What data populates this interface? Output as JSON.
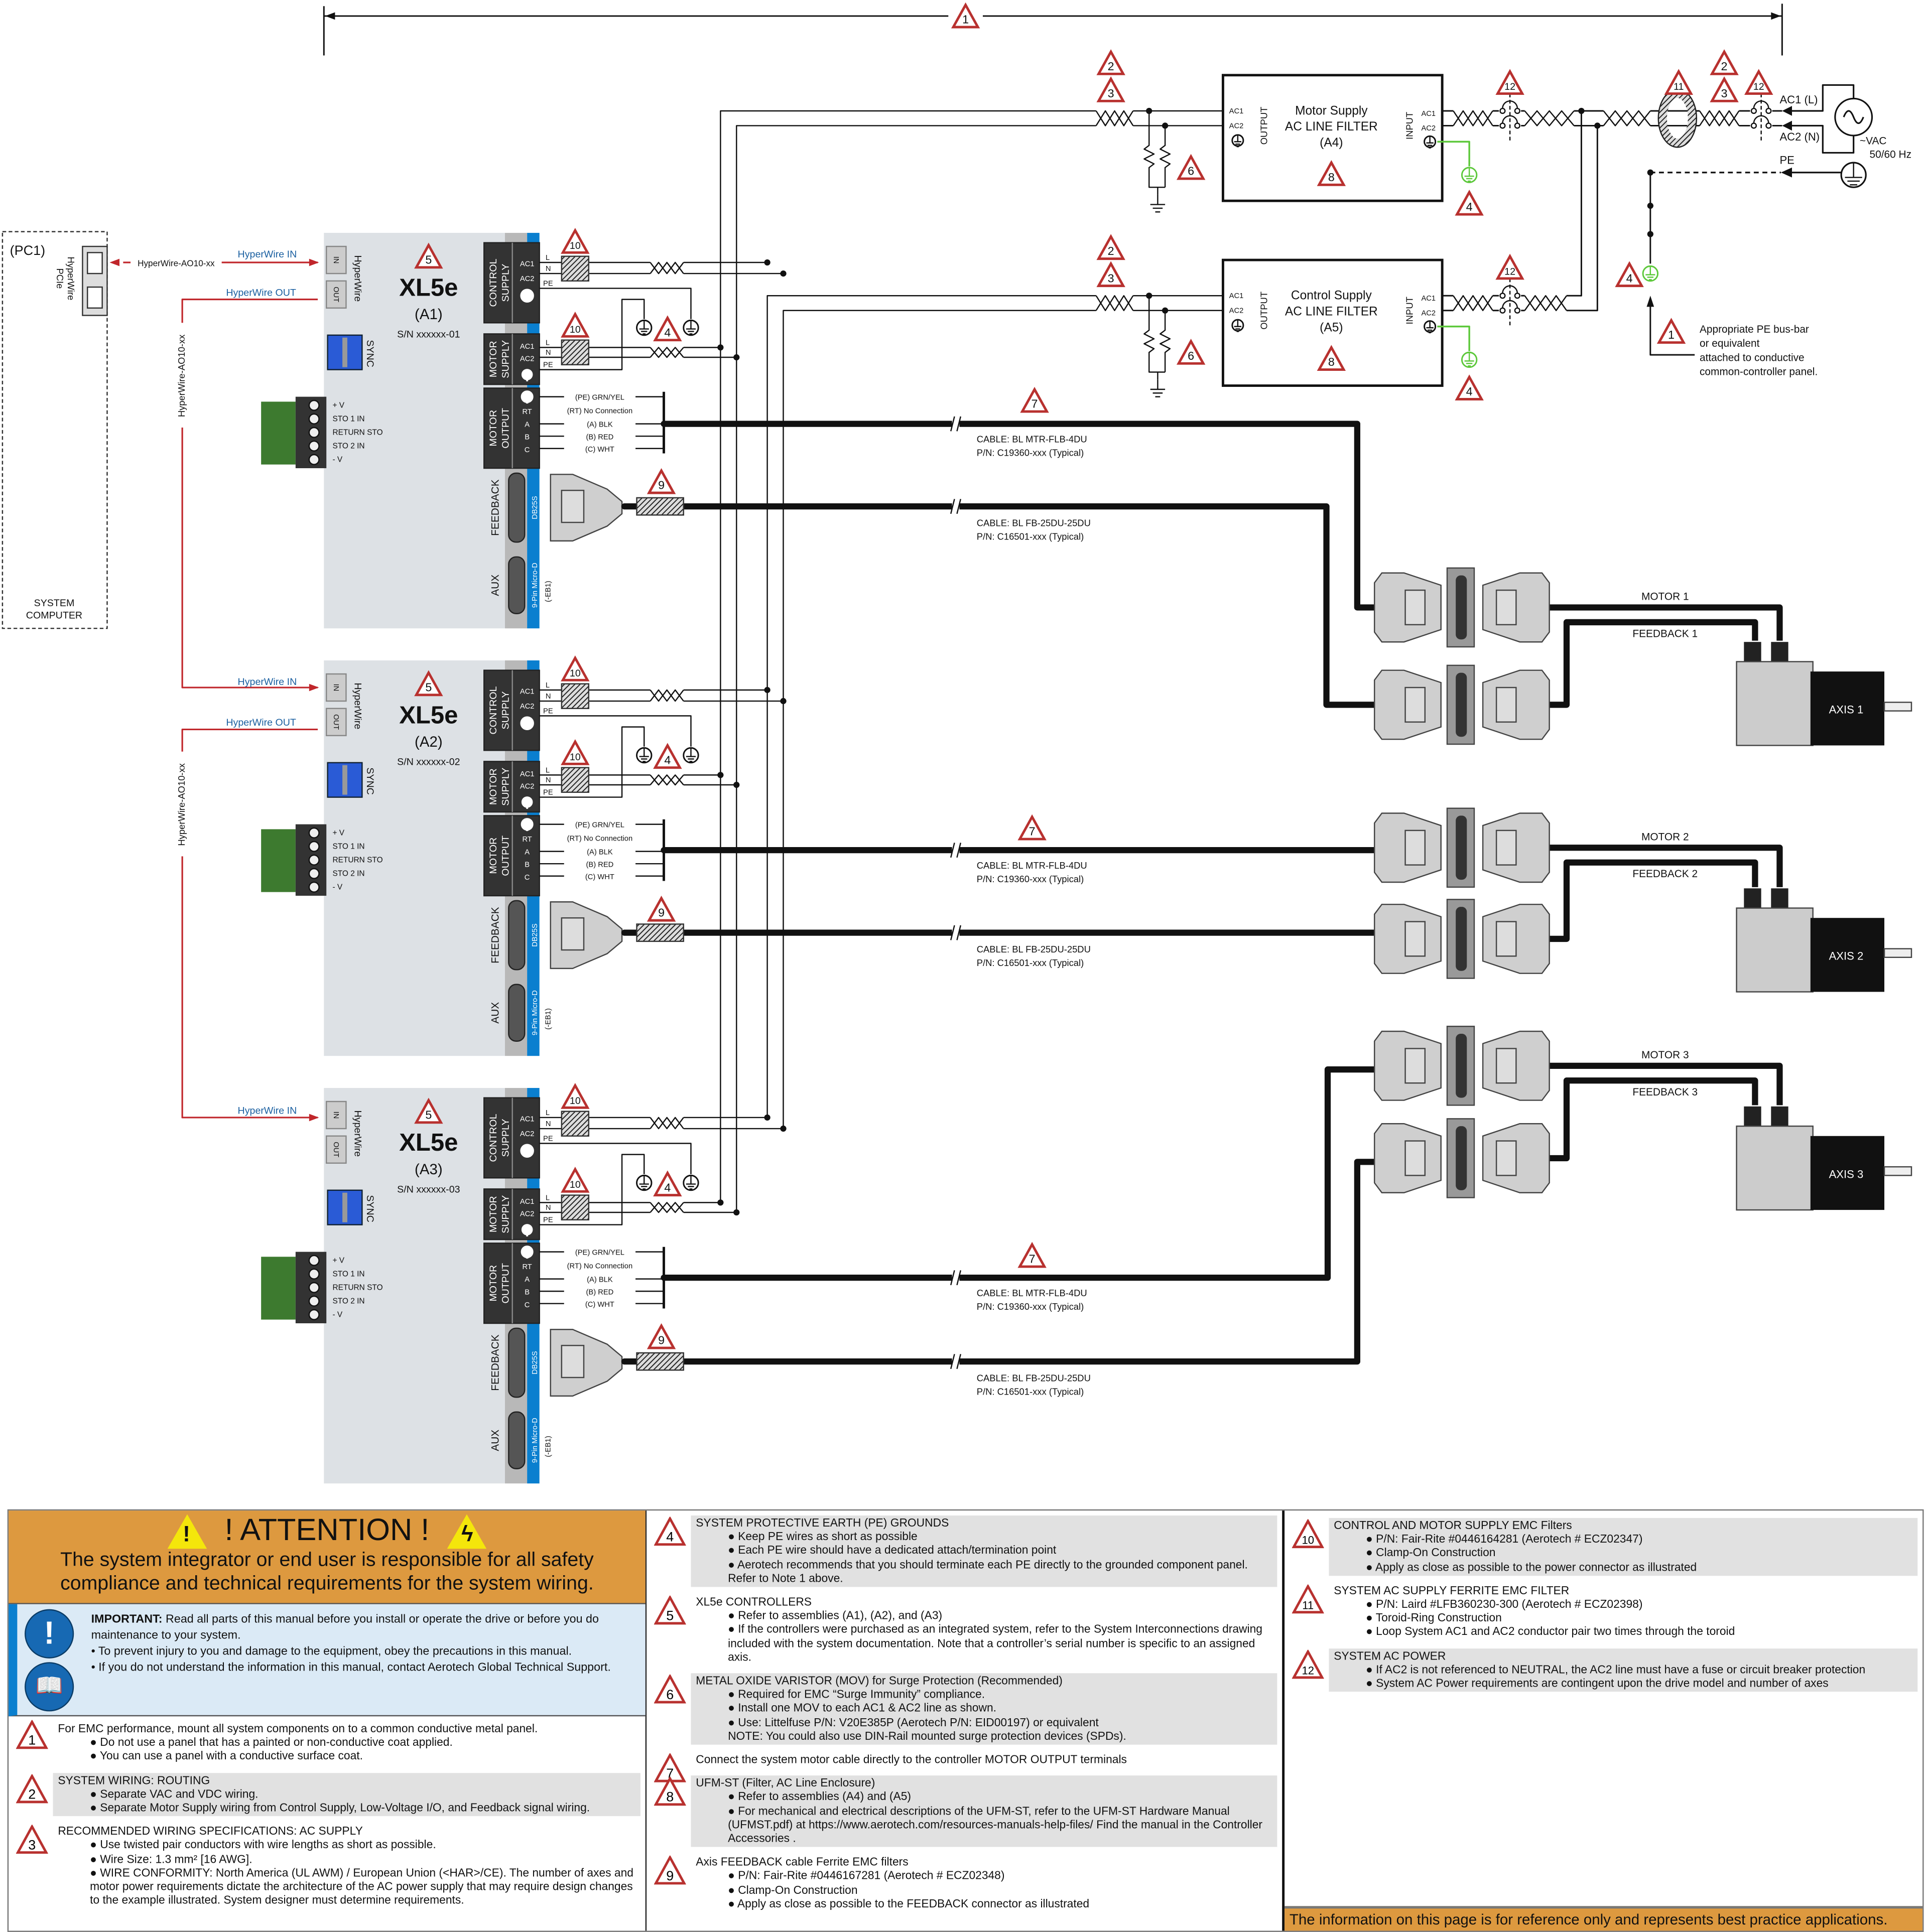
{
  "callouts": [
    "1",
    "2",
    "3",
    "4",
    "5",
    "6",
    "7",
    "8",
    "9",
    "10",
    "11",
    "12"
  ],
  "pc": {
    "id": "(PC1)",
    "card_line1": "HyperWire",
    "card_line2": "PCIe",
    "name_line1": "SYSTEM",
    "name_line2": "COMPUTER",
    "cable": "HyperWire-AO10-xx",
    "hw_in": "HyperWire IN",
    "hw_out": "HyperWire OUT"
  },
  "colors": {
    "hyperwire": "#c0262b",
    "label_blue": "#1a5fa0",
    "attention": "#dd993f",
    "callout": "#b8312f",
    "pe_green": "#5cc83a",
    "controller_blue": "#0a7fcf"
  },
  "controller_labels": {
    "hyperwire": "HyperWire",
    "in": "IN",
    "out": "OUT",
    "sync": "SYNC",
    "control": "CONTROL",
    "supply": "SUPPLY",
    "motor": "MOTOR",
    "output": "OUTPUT",
    "ac1": "AC1",
    "ac2": "AC2",
    "rt": "RT",
    "a": "A",
    "b": "B",
    "c": "C",
    "l": "L",
    "n": "N",
    "pe": "PE",
    "feedback": "FEEDBACK",
    "aux": "AUX",
    "db25": "DB25S",
    "micro": "9-Pin Micro-D",
    "eb1": "(-EB1)",
    "sto": [
      "+ V",
      "STO 1 IN",
      "RETURN STO",
      "STO 2 IN",
      "- V"
    ],
    "motor_wires": [
      "(PE) GRN/YEL",
      "(RT) No Connection",
      "(A) BLK",
      "(B) RED",
      "(C) WHT"
    ]
  },
  "controllers": [
    {
      "model": "XL5e",
      "id": "(A1)",
      "sn": "S/N xxxxxx-01"
    },
    {
      "model": "XL5e",
      "id": "(A2)",
      "sn": "S/N xxxxxx-02"
    },
    {
      "model": "XL5e",
      "id": "(A3)",
      "sn": "S/N xxxxxx-03"
    }
  ],
  "cables": {
    "motor": {
      "name": "CABLE: BL MTR-FLB-4DU",
      "pn": "P/N: C19360-xxx (Typical)"
    },
    "feedback": {
      "name": "CABLE: BL FB-25DU-25DU",
      "pn": "P/N: C16501-xxx (Typical)"
    }
  },
  "axes": [
    {
      "motor": "MOTOR 1",
      "feedback": "FEEDBACK 1",
      "axis": "AXIS 1"
    },
    {
      "motor": "MOTOR 2",
      "feedback": "FEEDBACK 2",
      "axis": "AXIS 2"
    },
    {
      "motor": "MOTOR 3",
      "feedback": "FEEDBACK 3",
      "axis": "AXIS 3"
    }
  ],
  "filters": [
    {
      "line1": "Motor Supply",
      "line2": "AC LINE FILTER",
      "id": "(A4)"
    },
    {
      "line1": "Control Supply",
      "line2": "AC LINE FILTER",
      "id": "(A5)"
    }
  ],
  "filter_labels": {
    "output": "OUTPUT",
    "input": "INPUT",
    "ac1": "AC1",
    "ac2": "AC2"
  },
  "power": {
    "ac1": "AC1 (L)",
    "ac2": "AC2 (N)",
    "vac": "~VAC",
    "freq": "50/60 Hz",
    "pe": "PE",
    "pe_note": [
      "Appropriate PE bus-bar",
      "or equivalent",
      "attached to conductive",
      "common-controller panel."
    ]
  },
  "attention": {
    "title": "! ATTENTION !",
    "text1": "The system integrator or end user is responsible for all safety",
    "text2": "compliance and technical requirements for the system wiring."
  },
  "important": {
    "lead": "IMPORTANT:",
    "text": " Read all parts of this manual before you install or operate the drive or before you do maintenance to your system.",
    "b1": "• To prevent injury to you and damage to the equipment, obey the precautions in this manual.",
    "b2": "• If you do not understand the information in this manual, contact Aerotech Global Technical Support."
  },
  "notes": [
    {
      "num": "1",
      "title": "For EMC performance, mount all system components on to a common conductive metal panel.",
      "bullets": [
        "● Do not use a panel that has a painted or non-conductive coat applied.",
        "● You can use a panel with a conductive surface coat."
      ]
    },
    {
      "num": "2",
      "title": "SYSTEM WIRING: ROUTING",
      "bullets": [
        "● Separate VAC and VDC wiring.",
        "● Separate Motor Supply wiring from Control Supply, Low-Voltage I/O, and Feedback signal wiring."
      ]
    },
    {
      "num": "3",
      "title": "RECOMMENDED WIRING SPECIFICATIONS: AC SUPPLY",
      "bullets": [
        "● Use twisted pair conductors with wire lengths as short as possible.",
        "● Wire Size: 1.3 mm² [16 AWG].",
        "● WIRE CONFORMITY: North America (UL AWM) / European Union (<HAR>/CE). The number of axes and motor power requirements dictate the architecture of the AC power supply that may require design changes to the example illustrated. System designer must determine requirements."
      ]
    },
    {
      "num": "4",
      "title": "SYSTEM PROTECTIVE EARTH (PE) GROUNDS",
      "bullets": [
        "● Keep PE wires as short as possible",
        "● Each PE wire should have a dedicated attach/termination point",
        "● Aerotech recommends that you should terminate each PE directly to the grounded component panel. Refer to Note 1 above."
      ]
    },
    {
      "num": "5",
      "title": "XL5e CONTROLLERS",
      "bullets": [
        "● Refer to assemblies (A1), (A2), and (A3)",
        "● If the controllers were purchased as an integrated system, refer to the System Interconnections drawing included with the system documentation. Note that a controller’s serial number is specific to an assigned axis."
      ]
    },
    {
      "num": "6",
      "title": "METAL OXIDE VARISTOR (MOV) for Surge Protection (Recommended)",
      "bullets": [
        "●      Required for EMC “Surge Immunity” compliance.",
        "●      Install one MOV to each AC1 & AC2 line as shown.",
        "●      Use: Littelfuse P/N: V20E385P (Aerotech P/N: EID00197) or equivalent",
        "         NOTE: You could also use DIN-Rail mounted surge protection devices (SPDs)."
      ]
    },
    {
      "num": "7",
      "title": "Connect the system motor cable directly to the controller MOTOR OUTPUT terminals",
      "bullets": []
    },
    {
      "num": "8",
      "title": "UFM-ST (Filter, AC Line Enclosure)",
      "bullets": [
        "● Refer to assemblies (A4) and (A5)",
        "● For mechanical and electrical descriptions of the UFM-ST, refer to the UFM-ST Hardware Manual (UFMST.pdf) at https://www.aerotech.com/resources-manuals-help-files/ Find the manual in the Controller Accessories ."
      ]
    },
    {
      "num": "9",
      "title": "Axis FEEDBACK cable Ferrite EMC filters",
      "bullets": [
        "● P/N: Fair-Rite #0446167281 (Aerotech # ECZ02348)",
        "● Clamp-On Construction",
        "● Apply as close as possible to the FEEDBACK connector as illustrated"
      ]
    },
    {
      "num": "10",
      "title": "CONTROL AND MOTOR SUPPLY EMC Filters",
      "bullets": [
        "● P/N: Fair-Rite #0446164281 (Aerotech # ECZ02347)",
        "● Clamp-On Construction",
        "● Apply as close as possible to the power connector as illustrated"
      ]
    },
    {
      "num": "11",
      "title": "SYSTEM AC SUPPLY FERRITE EMC FILTER",
      "bullets": [
        "● P/N: Laird #LFB360230-300 (Aerotech # ECZ02398)",
        "● Toroid-Ring Construction",
        "● Loop System AC1 and AC2 conductor pair two times through the toroid"
      ]
    },
    {
      "num": "12",
      "title": "SYSTEM AC POWER",
      "bullets": [
        "● If AC2 is not referenced to NEUTRAL, the AC2 line must have a fuse or circuit breaker protection",
        "● System AC Power requirements are contingent upon the drive model and number of axes"
      ]
    }
  ],
  "footer": "The information on this page is for reference only and represents best practice applications."
}
